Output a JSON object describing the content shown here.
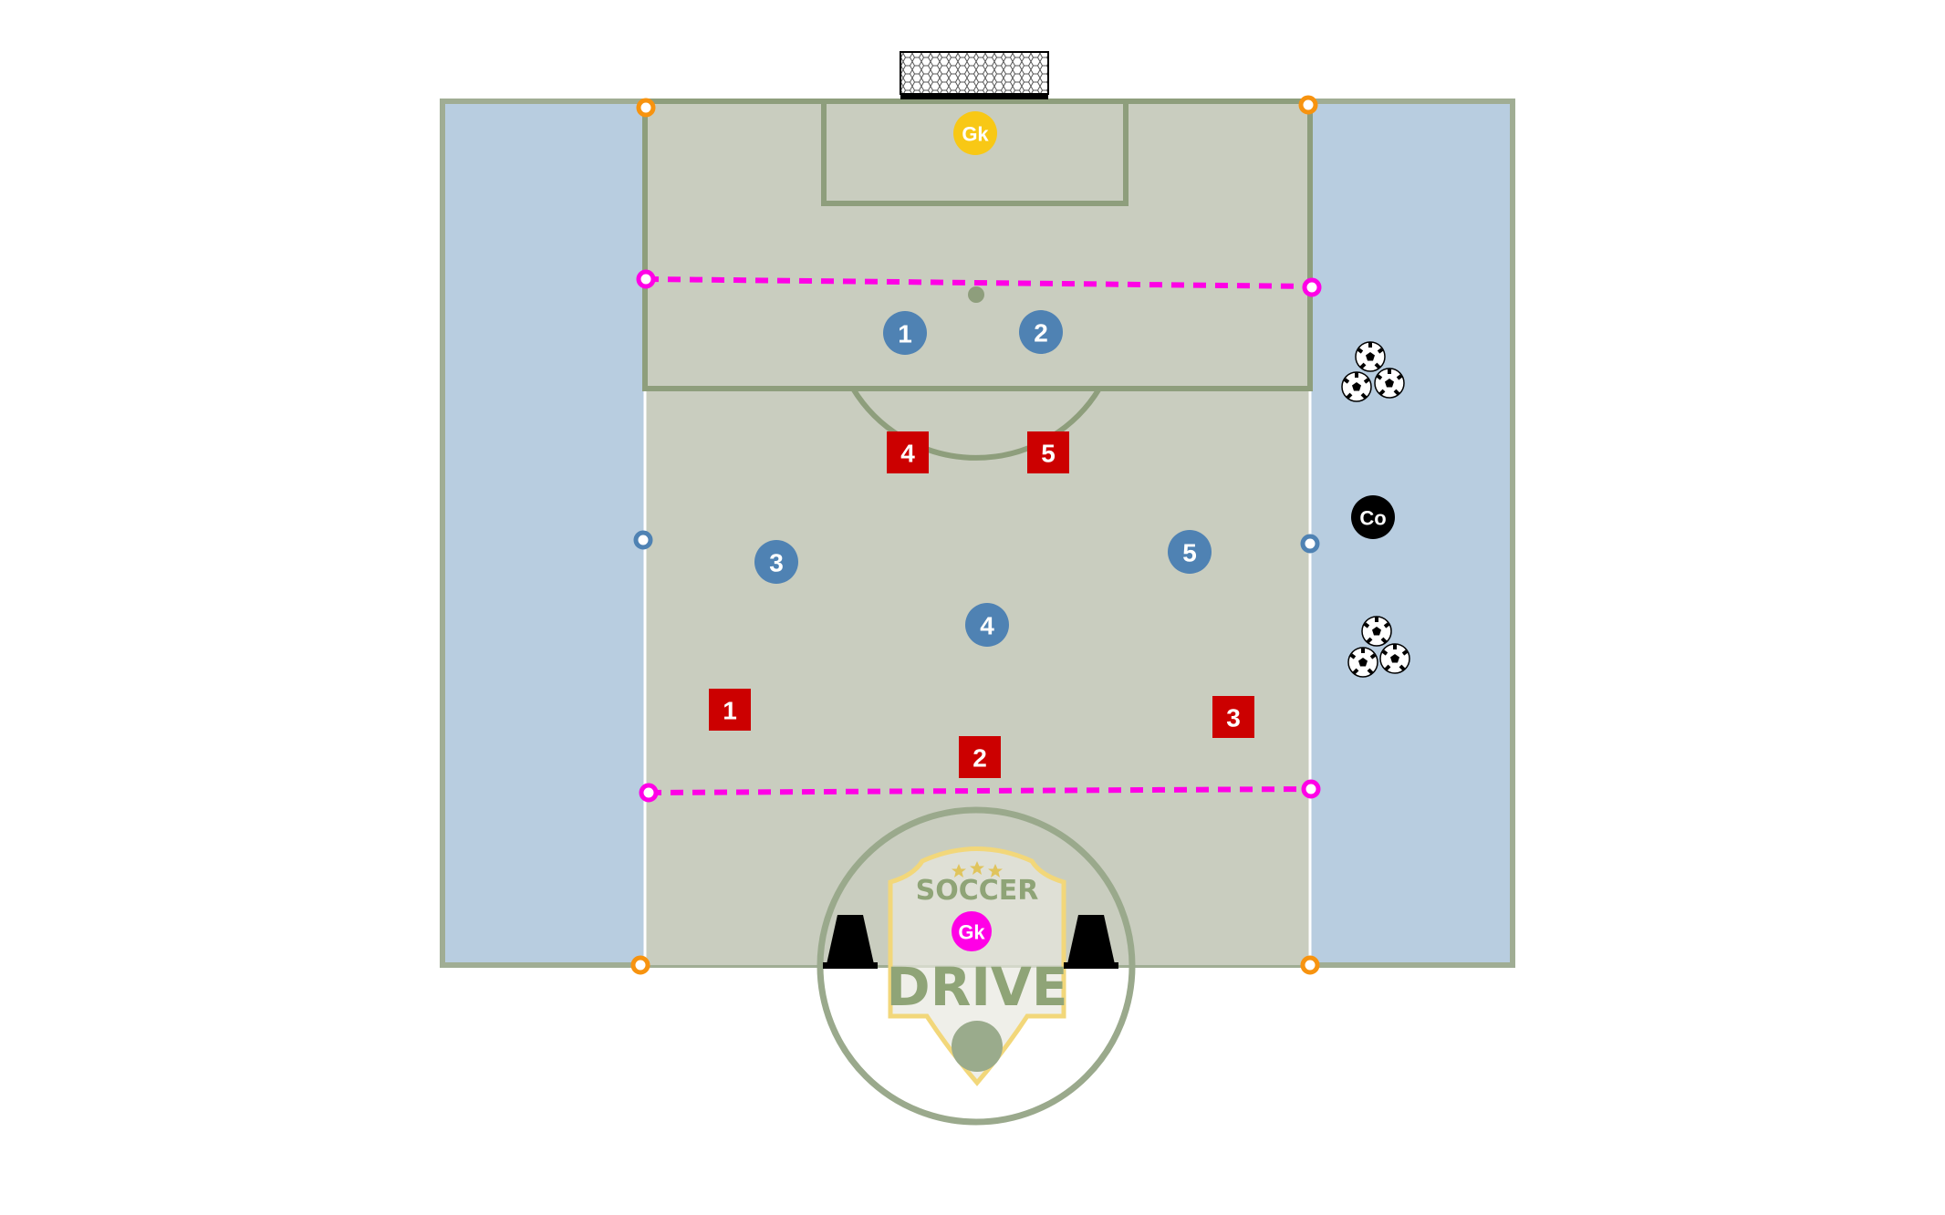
{
  "colors": {
    "field": "#c9cdbf",
    "zone": "#b8cde0",
    "line": "#8e9e7c",
    "border": "#a0ad94",
    "dashed": "#ff00e6",
    "orange": "#f7930f",
    "blue_team": "#4f82b3",
    "red_team": "#cc0000",
    "gk_yellow": "#f8c815",
    "gk_magenta": "#ff00e6",
    "coach": "#000000"
  },
  "goalkeepers": [
    {
      "label": "Gk",
      "color": "#f8c815"
    },
    {
      "label": "Gk",
      "color": "#ff00e6"
    }
  ],
  "coach": {
    "label": "Co"
  },
  "blue_players": [
    {
      "label": "1"
    },
    {
      "label": "2"
    },
    {
      "label": "3"
    },
    {
      "label": "4"
    },
    {
      "label": "5"
    }
  ],
  "red_players": [
    {
      "label": "4"
    },
    {
      "label": "5"
    },
    {
      "label": "1"
    },
    {
      "label": "2"
    },
    {
      "label": "3"
    }
  ],
  "logo": {
    "top": "SOCCER",
    "bottom": "DRIVE"
  }
}
